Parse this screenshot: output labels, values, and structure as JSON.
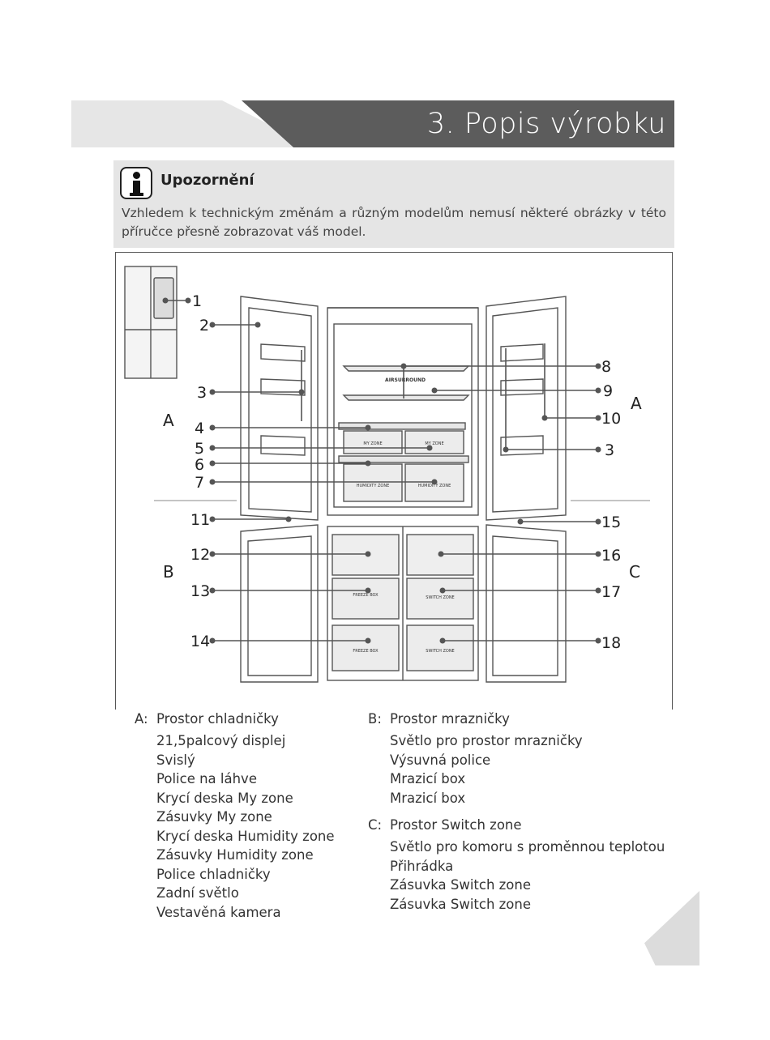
{
  "header": {
    "title": "3. Popis výrobku"
  },
  "notice": {
    "title": "Upozornění",
    "text": "Vzhledem k technickým změnám a různým modelům nemusí některé obrázky v této příručce přesně zobrazovat váš model."
  },
  "diagram": {
    "callouts": [
      "1",
      "2",
      "3",
      "4",
      "5",
      "6",
      "7",
      "8",
      "9",
      "10",
      "3",
      "11",
      "12",
      "13",
      "14",
      "15",
      "16",
      "17",
      "18"
    ],
    "zones": [
      "A",
      "A",
      "B",
      "C"
    ],
    "drawer_labels": [
      "MY ZONE",
      "MY ZONE",
      "HUMIDITY ZONE",
      "HUMIDITY ZONE",
      "FREEZE BOX",
      "FREEZE BOX",
      "SWITCH ZONE",
      "SWITCH ZONE"
    ],
    "shelf_label": "AIRSURROUND"
  },
  "legend": {
    "A": {
      "letter": "A:",
      "title": "Prostor chladničky",
      "items": [
        "21,5palcový displej",
        "Svislý",
        "Police na láhve",
        "Krycí deska My zone",
        "Zásuvky My zone",
        "Krycí deska Humidity zone",
        "Zásuvky Humidity zone",
        "Police chladničky",
        "Zadní světlo",
        "Vestavěná kamera"
      ]
    },
    "B": {
      "letter": "B:",
      "title": "Prostor mrazničky",
      "items": [
        "Světlo pro prostor mrazničky",
        "Výsuvná police",
        "Mrazicí box",
        "Mrazicí box"
      ]
    },
    "C": {
      "letter": "C:",
      "title": "Prostor Switch zone",
      "items": [
        "Světlo pro komoru s proměnnou teplotou",
        "Přihrádka",
        "Zásuvka Switch zone",
        "Zásuvka Switch zone"
      ]
    }
  }
}
